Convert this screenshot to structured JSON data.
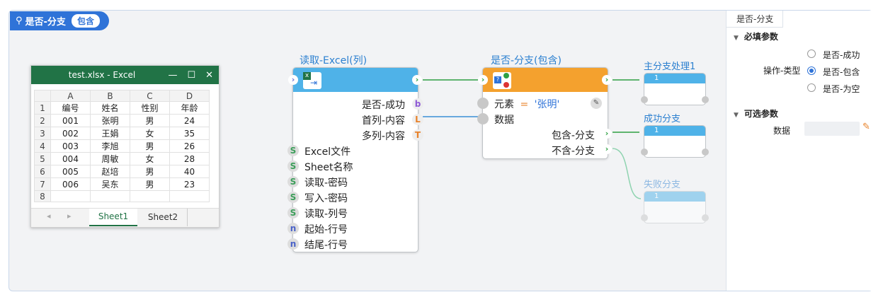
{
  "tag": {
    "title": "是否-分支",
    "pill": "包含"
  },
  "excel": {
    "title": "test.xlsx  -  Excel",
    "win_buttons": [
      "—",
      "☐",
      "✕"
    ],
    "col_headers": [
      "A",
      "B",
      "C",
      "D"
    ],
    "row_numbers": [
      "1",
      "2",
      "3",
      "4",
      "5",
      "6",
      "7",
      "8"
    ],
    "rows": [
      [
        "编号",
        "姓名",
        "性别",
        "年龄"
      ],
      [
        "001",
        "张明",
        "男",
        "24"
      ],
      [
        "002",
        "王娟",
        "女",
        "35"
      ],
      [
        "003",
        "李旭",
        "男",
        "26"
      ],
      [
        "004",
        "周敏",
        "女",
        "28"
      ],
      [
        "005",
        "赵培",
        "男",
        "40"
      ],
      [
        "006",
        "吴东",
        "男",
        "23"
      ],
      [
        "",
        "",
        "",
        ""
      ]
    ],
    "sheet1": "Sheet1",
    "sheet2": "Sheet2",
    "sheet_nav": "◂ ▸"
  },
  "read_node": {
    "title": "读取-Excel(列)",
    "outputs": [
      {
        "label": "是否-成功",
        "type": "b",
        "color": "#8e5ad6"
      },
      {
        "label": "首列-内容",
        "type": "L",
        "color": "#e8822a"
      },
      {
        "label": "多列-内容",
        "type": "T",
        "color": "#e8822a"
      }
    ],
    "inputs": [
      {
        "label": "Excel文件",
        "type": "S"
      },
      {
        "label": "Sheet名称",
        "type": "S"
      },
      {
        "label": "读取-密码",
        "type": "S"
      },
      {
        "label": "写入-密码",
        "type": "S"
      },
      {
        "label": "读取-列号",
        "type": "S"
      },
      {
        "label": "起始-行号",
        "type": "n"
      },
      {
        "label": "结尾-行号",
        "type": "n"
      }
    ]
  },
  "branch_node": {
    "title": "是否-分支(包含)",
    "element_label": "元素",
    "eq": "=",
    "element_value": "'张明'",
    "data_label": "数据",
    "out_contains": "包含-分支",
    "out_not": "不含-分支"
  },
  "targets": [
    {
      "title": "主分支处理1",
      "num": "1"
    },
    {
      "title": "成功分支",
      "num": "1"
    },
    {
      "title": "失败分支",
      "num": "1"
    }
  ],
  "panel": {
    "tab": "是否-分支",
    "required": "必填参数",
    "op_label": "操作-类型",
    "options": [
      "是否-成功",
      "是否-包含",
      "是否-为空"
    ],
    "optional": "可选参数",
    "data_label": "数据"
  }
}
